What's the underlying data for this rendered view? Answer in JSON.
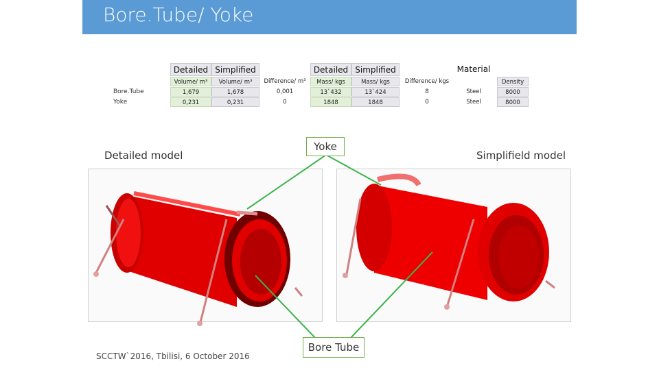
{
  "title": "Bore.Tube/ Yoke",
  "table": {
    "group_detailed_1": "Detailed",
    "group_simplified_1": "Simplified",
    "group_detailed_2": "Detailed",
    "group_simplified_2": "Simplified",
    "group_material": "Material",
    "col_volume_detailed": "Volume/ m³",
    "col_volume_simplified": "Volume/ m³",
    "col_volume_diff": "Difference/ m³",
    "col_mass_detailed": "Mass/ kgs",
    "col_mass_simplified": "Mass/ kgs",
    "col_mass_diff": "Difference/ kgs",
    "col_density": "Density",
    "rows": [
      {
        "name": "Bore.Tube",
        "vol_d": "1,679",
        "vol_s": "1,678",
        "vol_diff": "0,001",
        "mass_d": "13`432",
        "mass_s": "13`424",
        "mass_diff": "8",
        "material": "Steel",
        "density": "8000"
      },
      {
        "name": "Yoke",
        "vol_d": "0,231",
        "vol_s": "0,231",
        "vol_diff": "0",
        "mass_d": "1848",
        "mass_s": "1848",
        "mass_diff": "0",
        "material": "Steel",
        "density": "8000"
      }
    ]
  },
  "labels": {
    "detailed_model": "Detailed model",
    "simplified_model": "Simplifield model",
    "yoke": "Yoke",
    "bore_tube": "Bore Tube"
  },
  "footer": "SCCTW`2016, Tbilisi, 6 October 2016",
  "colors": {
    "title_bar": "#5b9bd5",
    "callout_line": "#3cb44b",
    "model_red": "#ff0000"
  }
}
